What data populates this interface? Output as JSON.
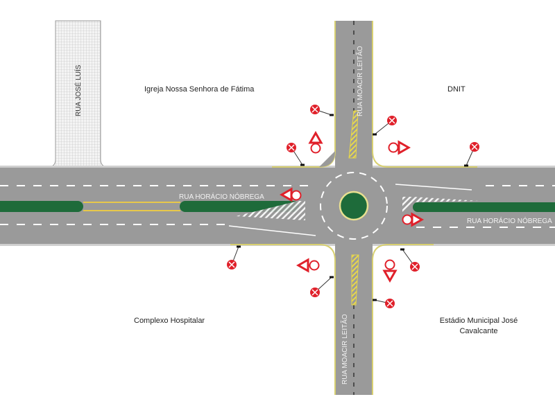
{
  "streets": {
    "jose_luis": "RUA JOSÉ LUÍS",
    "moacir_north": "RUA MOACIR LEITÃO",
    "moacir_south": "RUA MOACIR LEITÃO",
    "horacio_west": "RUA HORÁCIO NÓBREGA",
    "horacio_east": "RUA HORÁCIO NÓBREGA"
  },
  "places": {
    "church": "Igreja Nossa Senhora de Fátima",
    "dnit": "DNIT",
    "hospital": "Complexo Hospitalar",
    "stadium_line1": "Estádio Municipal José",
    "stadium_line2": "Cavalcante"
  },
  "colors": {
    "road": "#9a9a9a",
    "median": "#1e6b3a",
    "curb": "#d8d070",
    "sign": "#e0202a"
  }
}
